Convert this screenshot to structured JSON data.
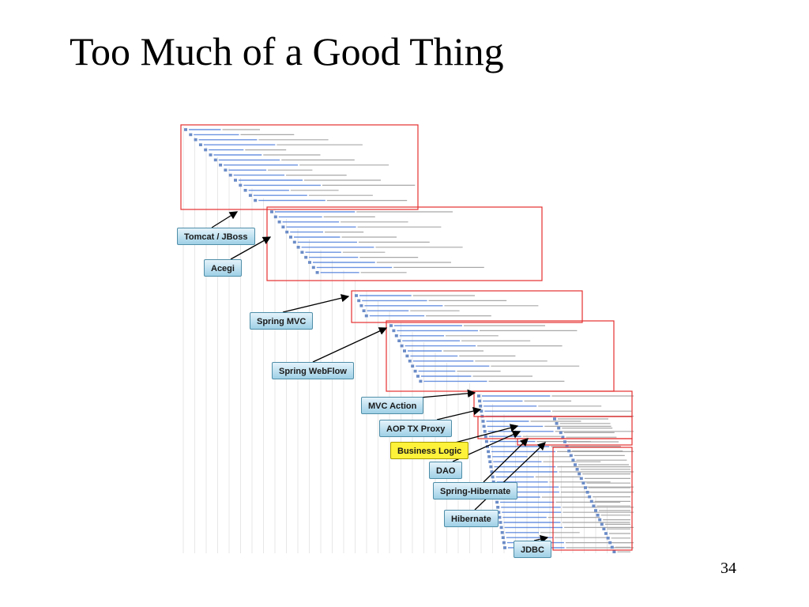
{
  "slide": {
    "title": "Too Much of a Good Thing",
    "page_number": "34"
  },
  "layers": [
    {
      "label": "Tomcat / JBoss",
      "highlight": false
    },
    {
      "label": "Acegi",
      "highlight": false
    },
    {
      "label": "Spring MVC",
      "highlight": false
    },
    {
      "label": "Spring WebFlow",
      "highlight": false
    },
    {
      "label": "MVC Action",
      "highlight": false
    },
    {
      "label": "AOP TX Proxy",
      "highlight": false
    },
    {
      "label": "Business Logic",
      "highlight": true
    },
    {
      "label": "DAO",
      "highlight": false
    },
    {
      "label": "Spring-Hibernate",
      "highlight": false
    },
    {
      "label": "Hibernate",
      "highlight": false
    },
    {
      "label": "JDBC",
      "highlight": false
    }
  ],
  "colors": {
    "box_outline": "#e53030",
    "arrow": "#000000",
    "trace_line": "#a8a8a8",
    "trace_highlight": "#3b6fd6",
    "label_fill_top": "#e4f3fb",
    "label_fill_bottom": "#9fd0e6",
    "business_logic_fill": "#fff23a"
  },
  "icons": [
    "tree-expander-icon",
    "class-icon"
  ]
}
